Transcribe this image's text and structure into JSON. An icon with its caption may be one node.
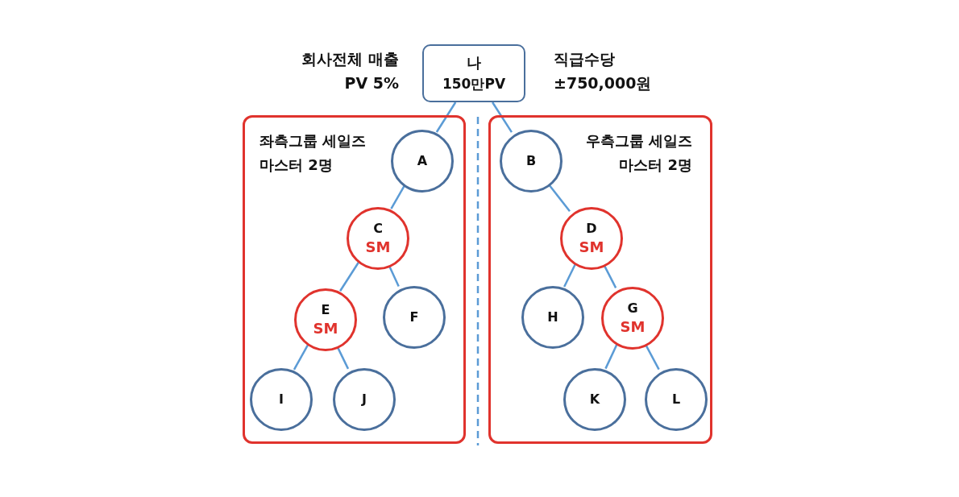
{
  "diagram": {
    "nodes": [
      {
        "text": [
          "나",
          "150만PV"
        ]
      },
      {
        "text": [
          "좌측그룹 세일즈마스터 2명"
        ]
      },
      {
        "text": [
          "우측그룹 세일즈마스터 2명"
        ]
      },
      {
        "text": [
          "A"
        ],
        "in": 1
      },
      {
        "text": [
          "B"
        ],
        "in": 2
      },
      {
        "text": [
          "C",
          "SM"
        ],
        "in": 1
      },
      {
        "text": [
          "D",
          "SM"
        ],
        "in": 2
      },
      {
        "text": [
          "E",
          "SM"
        ],
        "in": 1
      },
      {
        "text": [
          "F"
        ],
        "in": 1
      },
      {
        "text": [
          "H"
        ],
        "in": 2
      },
      {
        "text": [
          "G",
          "SM"
        ],
        "in": 2
      },
      {
        "text": [
          "I"
        ],
        "in": 1
      },
      {
        "text": [
          "J"
        ],
        "in": 1
      },
      {
        "text": [
          "K"
        ],
        "in": 2
      },
      {
        "text": [
          "L"
        ],
        "in": 2
      }
    ],
    "edges": [
      {
        "from": 0,
        "to": 3,
        "arrow": "none"
      },
      {
        "from": 0,
        "to": 4,
        "arrow": "none"
      },
      {
        "from": 3,
        "to": 5,
        "arrow": "none"
      },
      {
        "from": 4,
        "to": 6,
        "arrow": "none"
      },
      {
        "from": 5,
        "to": 7,
        "arrow": "none"
      },
      {
        "from": 5,
        "to": 8,
        "arrow": "none"
      },
      {
        "from": 6,
        "to": 9,
        "arrow": "none"
      },
      {
        "from": 6,
        "to": 10,
        "arrow": "none"
      },
      {
        "from": 7,
        "to": 11,
        "arrow": "none"
      },
      {
        "from": 7,
        "to": 12,
        "arrow": "none"
      },
      {
        "from": 10,
        "to": 13,
        "arrow": "none"
      },
      {
        "from": 10,
        "to": 14,
        "arrow": "none"
      }
    ],
    "labels": [
      "회사전체 매출PV 5%",
      "직급수당 ±750,000원"
    ]
  }
}
